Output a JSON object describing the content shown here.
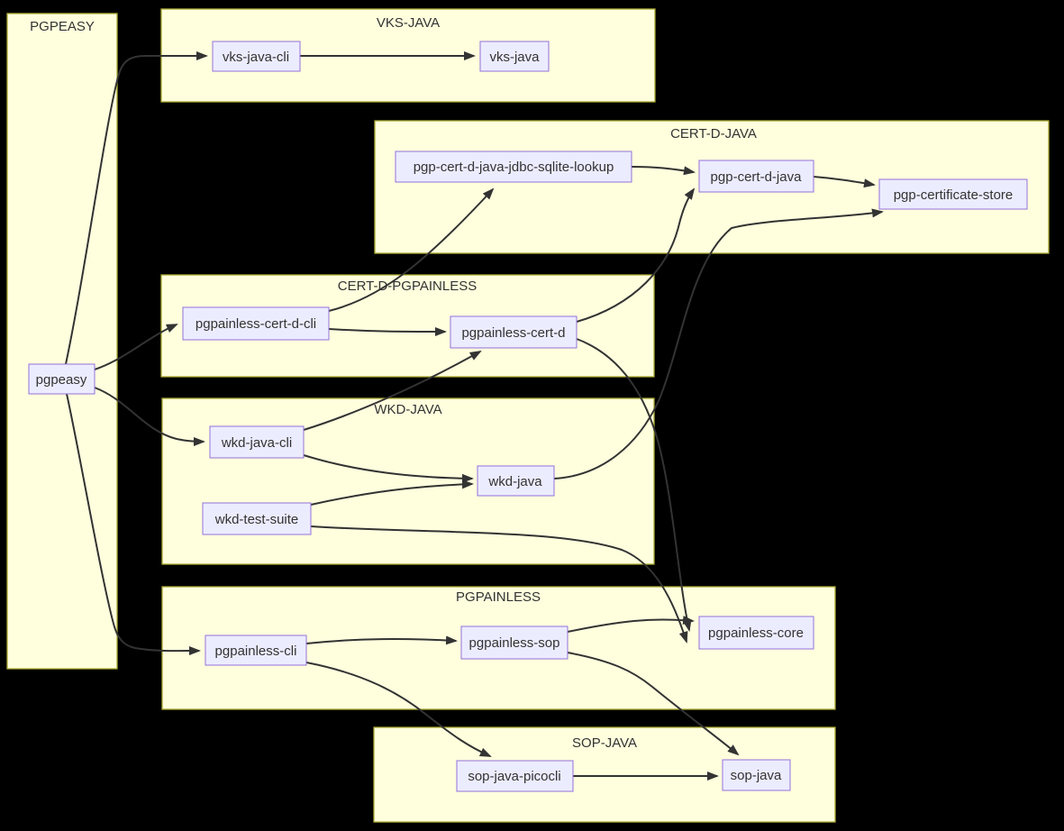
{
  "diagram": {
    "type": "dependency-graph",
    "background": "#000000",
    "colors": {
      "cluster-fill": "#ffffde",
      "cluster-border": "#aaaa33",
      "node-fill": "#ececff",
      "node-border": "#9370db",
      "edge": "#333333",
      "text": "#333333"
    },
    "clusters": [
      {
        "label": "PGPEASY",
        "nodes": [
          "pgpeasy"
        ]
      },
      {
        "label": "VKS-JAVA",
        "nodes": [
          "vks-java-cli",
          "vks-java"
        ]
      },
      {
        "label": "CERT-D-JAVA",
        "nodes": [
          "pgp-cert-d-java-jdbc-sqlite-lookup",
          "pgp-cert-d-java",
          "pgp-certificate-store"
        ]
      },
      {
        "label": "CERT-D-PGPAINLESS",
        "nodes": [
          "pgpainless-cert-d-cli",
          "pgpainless-cert-d"
        ]
      },
      {
        "label": "WKD-JAVA",
        "nodes": [
          "wkd-java-cli",
          "wkd-test-suite",
          "wkd-java"
        ]
      },
      {
        "label": "PGPAINLESS",
        "nodes": [
          "pgpainless-cli",
          "pgpainless-sop",
          "pgpainless-core"
        ]
      },
      {
        "label": "SOP-JAVA",
        "nodes": [
          "sop-java-picocli",
          "sop-java"
        ]
      }
    ],
    "edges": [
      {
        "from": "pgpeasy",
        "to": "vks-java-cli"
      },
      {
        "from": "pgpeasy",
        "to": "pgpainless-cert-d-cli"
      },
      {
        "from": "pgpeasy",
        "to": "wkd-java-cli"
      },
      {
        "from": "pgpeasy",
        "to": "pgpainless-cli"
      },
      {
        "from": "vks-java-cli",
        "to": "vks-java"
      },
      {
        "from": "pgp-cert-d-java-jdbc-sqlite-lookup",
        "to": "pgp-cert-d-java"
      },
      {
        "from": "pgp-cert-d-java",
        "to": "pgp-certificate-store"
      },
      {
        "from": "pgpainless-cert-d-cli",
        "to": "pgpainless-cert-d"
      },
      {
        "from": "pgpainless-cert-d-cli",
        "to": "pgp-cert-d-java-jdbc-sqlite-lookup"
      },
      {
        "from": "pgpainless-cert-d",
        "to": "pgp-cert-d-java"
      },
      {
        "from": "pgpainless-cert-d",
        "to": "pgpainless-core"
      },
      {
        "from": "wkd-java-cli",
        "to": "pgpainless-cert-d"
      },
      {
        "from": "wkd-java-cli",
        "to": "wkd-java"
      },
      {
        "from": "wkd-test-suite",
        "to": "wkd-java"
      },
      {
        "from": "wkd-test-suite",
        "to": "pgpainless-core"
      },
      {
        "from": "wkd-java",
        "to": "pgp-certificate-store"
      },
      {
        "from": "pgpainless-cli",
        "to": "pgpainless-sop"
      },
      {
        "from": "pgpainless-cli",
        "to": "sop-java-picocli"
      },
      {
        "from": "pgpainless-sop",
        "to": "pgpainless-core"
      },
      {
        "from": "pgpainless-sop",
        "to": "sop-java"
      },
      {
        "from": "sop-java-picocli",
        "to": "sop-java"
      }
    ]
  }
}
